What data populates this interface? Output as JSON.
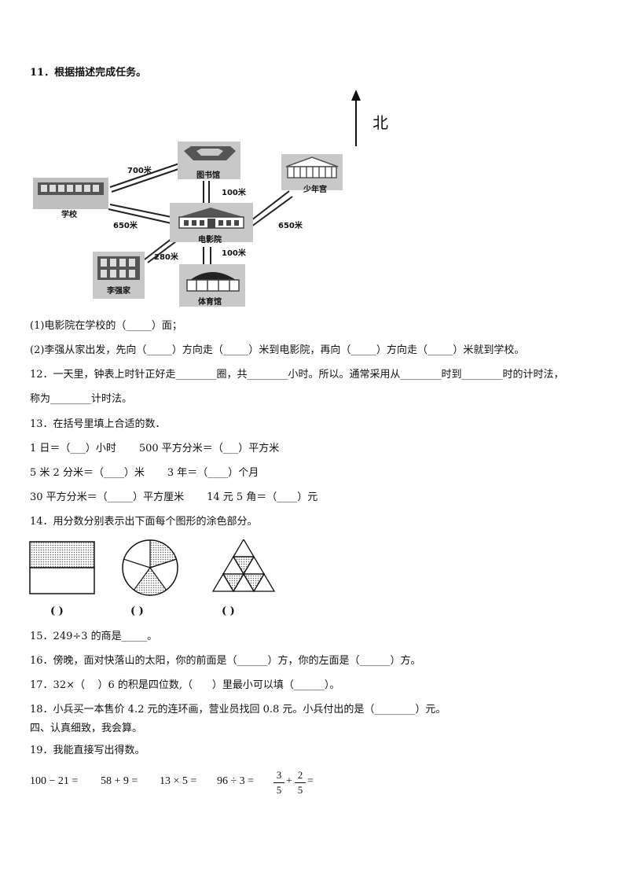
{
  "q11": {
    "heading": "11．根据描述完成任务。",
    "north": "北",
    "places": {
      "library": "图书馆",
      "school": "学校",
      "cinema": "电影院",
      "youth_palace": "少年宫",
      "home": "李强家",
      "gym": "体育馆"
    },
    "distances": {
      "school_library": "700米",
      "library_cinema": "100米",
      "school_cinema": "650米",
      "cinema_youth": "650米",
      "home_cinema": "280米",
      "cinema_gym": "100米"
    },
    "sub1": "(1)电影院在学校的（_____）面；",
    "sub2": "(2)李强从家出发，先向（_____）方向走（_____）米到电影院，再向（_____）方向走（_____）米就到学校。"
  },
  "q12": {
    "line1": "12．一天里，钟表上时针正好走________圈，共________小时。所以。通常采用从________时到________时的计时法，",
    "line2": "称为________计时法。"
  },
  "q13": {
    "heading": "13．在括号里填上合适的数．",
    "row1": "1 日＝（___）小时       500 平方分米＝（___）平方米",
    "row2": "5 米 2 分米＝（____）米       3 年＝（____）个月",
    "row3": "30 平方分米＝（_____）平方厘米       14 元 5 角＝（____）元"
  },
  "q14": {
    "heading": "14．用分数分别表示出下面每个图形的涂色部分。",
    "answers": [
      "(    )",
      "(    )",
      "(    )"
    ]
  },
  "q15": "15．249÷3 的商是_____。",
  "q16": "16．傍晚，面对快落山的太阳，你的前面是（______）方，你的左面是（______）方。",
  "q17": "17．32×（    ）6 的积是四位数,（      ）里最小可以填（______）。",
  "q18": "18．小兵买一本售价 4.2 元的连环画，营业员找回 0.8 元。小兵付出的是（________）元。",
  "section4": "四、认真细致，我会算。",
  "q19": {
    "heading": "19．我能直接写出得数。",
    "exprs": [
      "100 − 21 =",
      "58 + 9 =",
      "13 × 5 =",
      "96 ÷ 3 ="
    ],
    "frac_a": {
      "num": "3",
      "den": "5"
    },
    "frac_b": {
      "num": "2",
      "den": "5"
    },
    "plus": "+",
    "eq": "="
  }
}
